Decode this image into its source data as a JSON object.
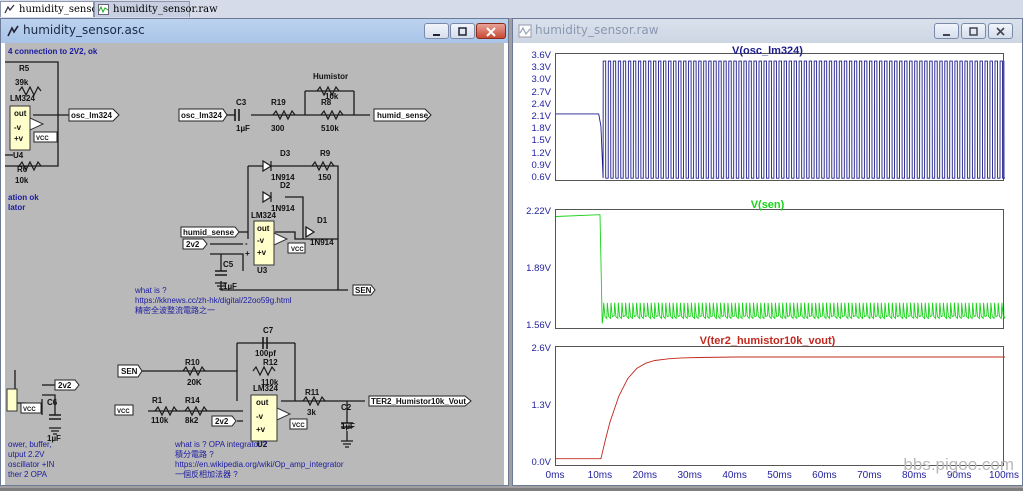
{
  "tabs": [
    {
      "label": "humidity_sensor.asc",
      "active": true,
      "icon": "schematic-icon"
    },
    {
      "label": "humidity_sensor.raw",
      "active": false,
      "icon": "waveform-icon"
    }
  ],
  "schematic_window": {
    "title": "humidity_sensor.asc",
    "icon": "schematic-icon",
    "labels": {
      "note_top": "4 connection to 2V2, ok",
      "r5": "R5",
      "r5v": "39k",
      "u4t": "LM324",
      "u4": "U4",
      "r6": "R6",
      "r6v": "10k",
      "note_ok1": "ation ok",
      "note_ok2": "lator",
      "osc_lm324": "osc_lm324",
      "humistor": "Humistor",
      "hum_v": "10k",
      "osc_lm324_in": "osc_lm324",
      "c3": "C3",
      "c3v": "1µF",
      "r19": "R19",
      "r19v": "300",
      "r8": "R8",
      "r8v": "510k",
      "humid_sense": "humid_sense",
      "d3": "D3",
      "d3v": "1N914",
      "r9": "R9",
      "r9v": "150",
      "d2": "D2",
      "d2v": "1N914",
      "u3t": "LM324",
      "d1": "D1",
      "d1v": "1N914",
      "humid_sense_in": "humid_sense",
      "n2v2a": "2v2",
      "u3": "U3",
      "c5": "C5",
      "c5v": "1µF",
      "sen": "SEN",
      "what1": "what is ?",
      "url1": "https://kknews.cc/zh-hk/digital/22oo59g.html",
      "cn1": "精密全波整流電路之一",
      "c7": "C7",
      "c7v": "100pf",
      "sen_in": "SEN",
      "r10": "R10",
      "r10v": "20K",
      "r12": "R12",
      "r12v": "110k",
      "n2v2b": "2v2",
      "c6": "C6",
      "c6v": "1µF",
      "r1": "R1",
      "r1v": "110k",
      "r14": "R14",
      "r14v": "8k2",
      "u2t": "LM324",
      "r11": "R11",
      "r11v": "3k",
      "c2": "C2",
      "c2v": "1µF",
      "ter2": "TER2_Humistor10k_Vout",
      "n2v2c": "2v2",
      "u2": "U2",
      "note_b1": "ower, buffer,",
      "note_b2": "utput 2.2V",
      "note_b3": "oscillator +IN",
      "note_b4": "ther 2 OPA",
      "what2": "what is ? OPA integrator ?",
      "cn2": "積分電路 ?",
      "url2": "https://en.wikipedia.org/wiki/Op_amp_integrator",
      "cn3": "一個反相加法器 ?",
      "vcc": "VCC",
      "out": "out",
      "minus": "-v",
      "plus": "+v",
      "minus_sign": "-",
      "plus_sign": "+"
    }
  },
  "waveform_window": {
    "title": "humidity_sensor.raw",
    "icon": "waveform-icon",
    "watermark": "bbs.pigoo.com"
  },
  "chart_data": [
    {
      "type": "line",
      "title": "V(osc_lm324)",
      "color": "#1c1c8c",
      "y_ticks": [
        "3.6V",
        "3.3V",
        "3.0V",
        "2.7V",
        "2.4V",
        "2.1V",
        "1.8V",
        "1.5V",
        "1.2V",
        "0.9V",
        "0.6V"
      ],
      "ylim": [
        0.6,
        3.6
      ],
      "x_unit": "ms",
      "xlim": [
        0,
        100
      ],
      "series": [
        {
          "x": [
            0,
            9.5,
            10,
            100
          ],
          "y": [
            2.2,
            2.2,
            1.9,
            1.9
          ]
        }
      ],
      "oscillation": {
        "start": 10.5,
        "low": 0.62,
        "high": 3.5,
        "cycles": 80
      }
    },
    {
      "type": "line",
      "title": "V(sen)",
      "color": "#19d219",
      "y_ticks": [
        "2.22V",
        "1.89V",
        "1.56V"
      ],
      "ylim": [
        1.56,
        2.22
      ],
      "x_unit": "ms",
      "xlim": [
        0,
        100
      ],
      "series": [
        {
          "x": [
            0,
            9.8,
            10.3,
            100
          ],
          "y": [
            2.2,
            2.21,
            1.58,
            1.58
          ]
        }
      ],
      "oscillation": {
        "start": 10.5,
        "low": 1.61,
        "high": 1.7,
        "cycles": 110
      }
    },
    {
      "type": "line",
      "title": "V(ter2_humistor10k_vout)",
      "color": "#c0281e",
      "y_ticks": [
        "2.6V",
        "1.3V",
        "0.0V"
      ],
      "ylim": [
        0.0,
        2.6
      ],
      "x_unit": "ms",
      "xlim": [
        0,
        100
      ],
      "series": [
        {
          "x": [
            0,
            10,
            11,
            12,
            14,
            16,
            18,
            20,
            22,
            25,
            28,
            32,
            40,
            50,
            100
          ],
          "y": [
            0.12,
            0.12,
            0.55,
            0.95,
            1.55,
            1.95,
            2.18,
            2.3,
            2.36,
            2.4,
            2.42,
            2.43,
            2.44,
            2.44,
            2.44
          ]
        }
      ],
      "x_ticks": [
        "0ms",
        "10ms",
        "20ms",
        "30ms",
        "40ms",
        "50ms",
        "60ms",
        "70ms",
        "80ms",
        "90ms",
        "100ms"
      ]
    }
  ]
}
